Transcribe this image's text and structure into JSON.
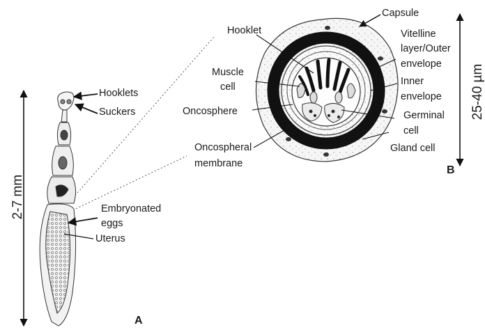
{
  "panels": {
    "a": "A",
    "b": "B"
  },
  "scales": {
    "worm_length": "2-7 mm",
    "egg_diameter": "25-40 µm"
  },
  "worm_labels": {
    "hooklets": "Hooklets",
    "suckers": "Suckers",
    "embryonated_eggs": [
      "Embryonated",
      "eggs"
    ],
    "uterus": "Uterus"
  },
  "egg_labels": {
    "capsule": "Capsule",
    "hooklet": "Hooklet",
    "vitelline_layer": [
      "Vitelline",
      "layer/Outer",
      "envelope"
    ],
    "muscle_cell": [
      "Muscle",
      "cell"
    ],
    "inner_envelope": [
      "Inner",
      "envelope"
    ],
    "oncosphere": "Oncosphere",
    "germinal_cell": [
      "Germinal",
      "cell"
    ],
    "oncospheral_membrane": [
      "Oncospheral",
      "membrane"
    ],
    "gland_cell": "Gland cell"
  }
}
